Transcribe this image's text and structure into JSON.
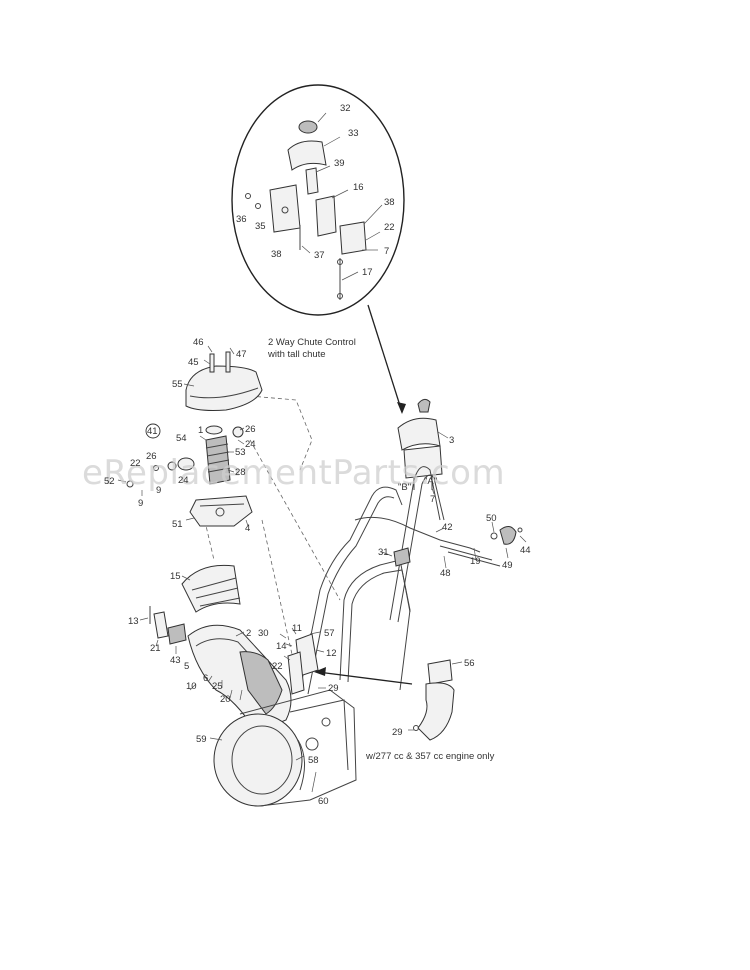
{
  "watermark": "eReplacementParts.com",
  "captions": {
    "chute_control_line1": "2 Way Chute Control",
    "chute_control_line2": "with tall chute",
    "engine_note": "w/277 cc & 357 cc engine only"
  },
  "markers": {
    "b": "\"B\"",
    "a": "\"A\""
  },
  "part_numbers": [
    "32",
    "33",
    "39",
    "16",
    "38",
    "22",
    "7",
    "36",
    "35",
    "38",
    "37",
    "17",
    "46",
    "47",
    "45",
    "55",
    "41",
    "26",
    "54",
    "1",
    "24",
    "53",
    "26",
    "22",
    "28",
    "52",
    "9",
    "9",
    "24",
    "51",
    "4",
    "3",
    "7",
    "50",
    "42",
    "44",
    "31",
    "19",
    "49",
    "48",
    "15",
    "13",
    "2",
    "30",
    "11",
    "57",
    "21",
    "43",
    "5",
    "14",
    "12",
    "10",
    "6",
    "25",
    "22",
    "20",
    "56",
    "29",
    "29",
    "59",
    "58",
    "60"
  ],
  "colors": {
    "line": "#333333",
    "label": "#333333",
    "watermark": "#cfcfcf",
    "background": "#ffffff"
  }
}
